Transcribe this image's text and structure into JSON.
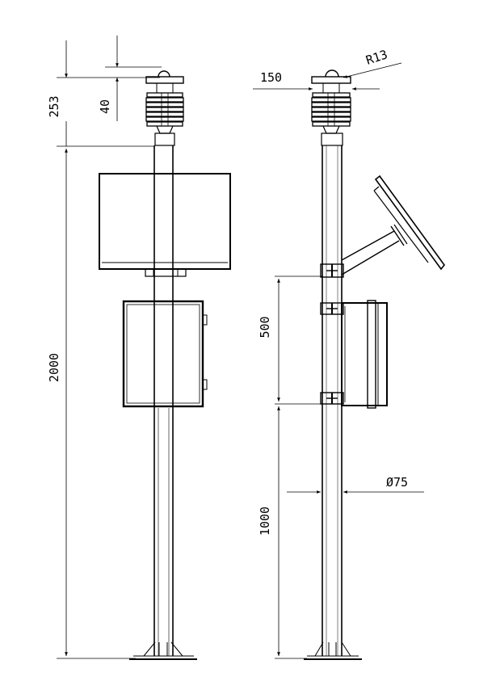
{
  "drawing": {
    "front_view": {
      "dim_total_height": "2000",
      "dim_sensor_height": "253",
      "dim_sensor_cap": "40"
    },
    "side_view": {
      "dim_sensor_width": "150",
      "dim_radius": "R13",
      "dim_bracket_spacing": "500",
      "dim_pole_diameter": "Ø75",
      "dim_lower_height": "1000"
    }
  }
}
